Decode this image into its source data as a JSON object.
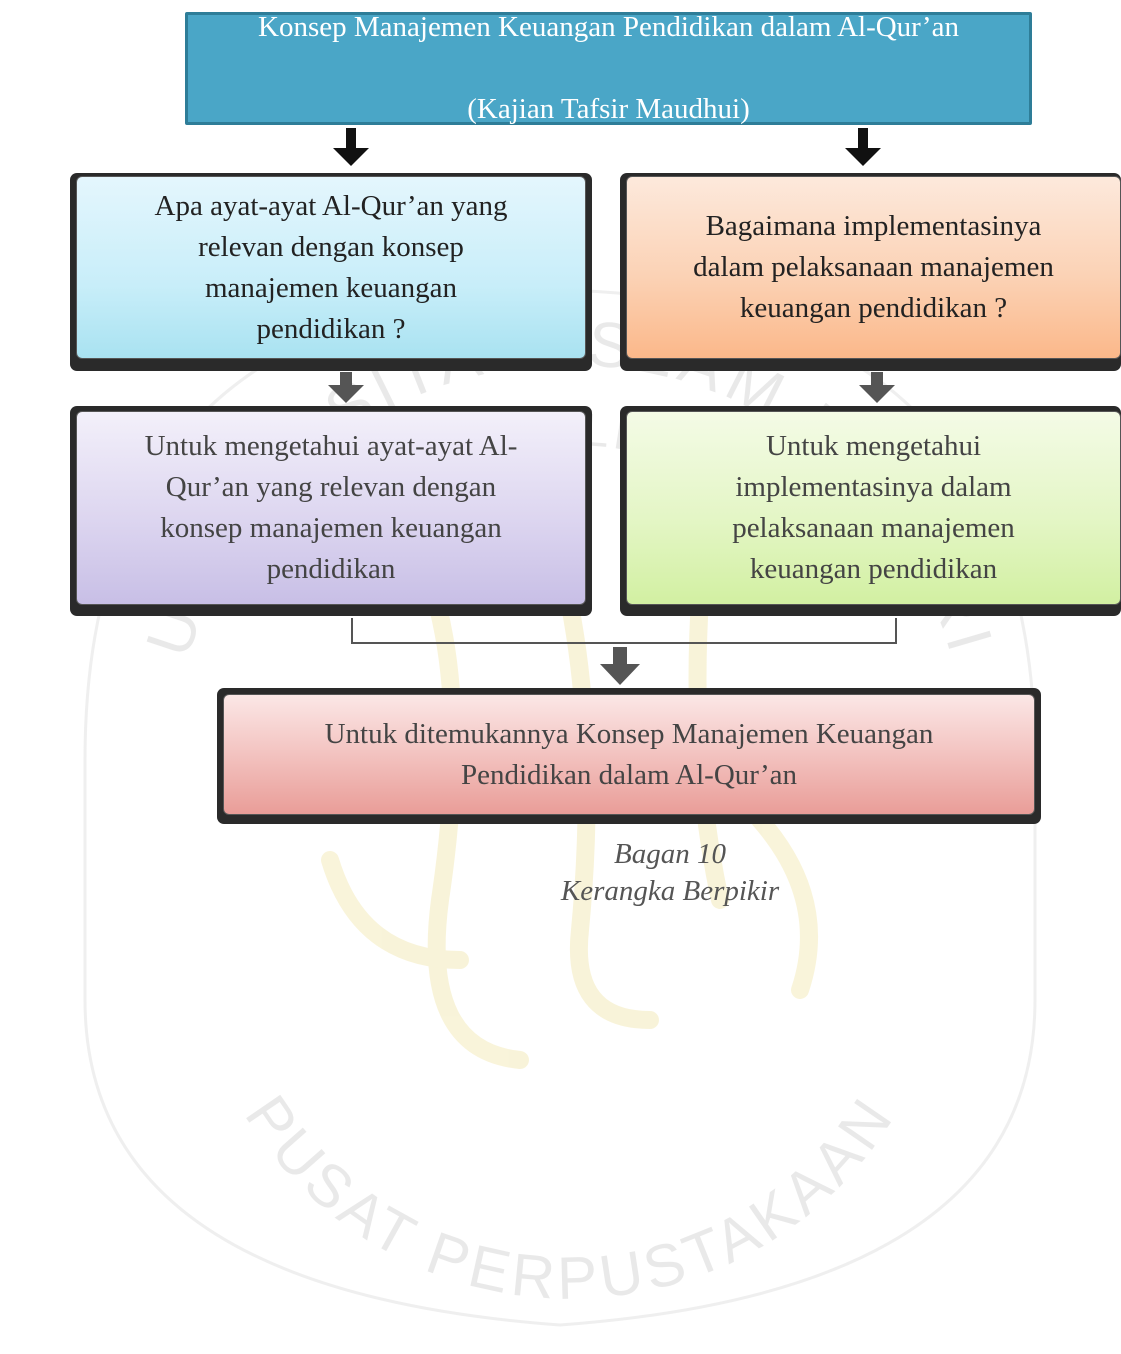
{
  "diagram": {
    "title_box": {
      "line1": "Konsep Manajemen Keuangan Pendidikan dalam Al-Qur’an",
      "line2": "(Kajian Tafsir Maudhui)"
    },
    "question_left": "Apa  ayat-ayat Al-Qur’an yang\nrelevan dengan konsep\nmanajemen keuangan\npendidikan ?",
    "question_right": "Bagaimana implementasinya\ndalam pelaksanaan manajemen\nkeuangan  pendidikan ?",
    "goal_left": "Untuk mengetahui ayat-ayat Al-\nQur’an yang relevan dengan\nkonsep manajemen keuangan\npendidikan",
    "goal_right": "Untuk mengetahui\nimplementasinya dalam\npelaksanaan manajemen\nkeuangan pendidikan",
    "result": "Untuk ditemukannya Konsep Manajemen Keuangan\nPendidikan dalam Al-Qur’an"
  },
  "caption": {
    "number": "Bagan 10",
    "title": "Kerangka Berpikir"
  },
  "watermark": {
    "top_arc": "UNIVERSITAS ISLAM NEGERI",
    "inner_arc": "MAULANA MALIK IBRAHIM",
    "bottom_arc": "PUSAT PERPUSTAKAAN"
  }
}
